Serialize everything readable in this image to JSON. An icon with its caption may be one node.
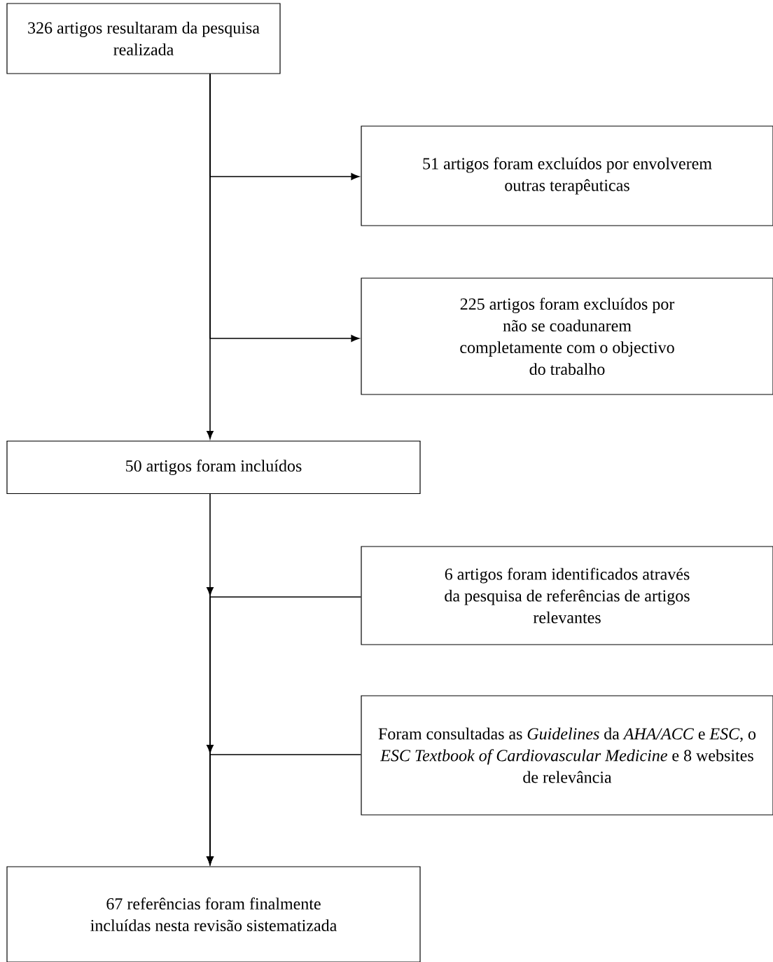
{
  "diagram": {
    "nodes": [
      {
        "text": [
          "326 artigos resultaram da pesquisa realizada"
        ]
      },
      {
        "text": [
          "51 artigos foram excluídos por envolverem outras terapêuticas"
        ]
      },
      {
        "text": [
          "225 artigos foram excluídos por não se coadunarem completamente com o objectivo do trabalho"
        ]
      },
      {
        "text": [
          "50 artigos foram incluídos"
        ]
      },
      {
        "text": [
          "6 artigos foram identificados através da pesquisa de referências de artigos relevantes"
        ]
      },
      {
        "text": [
          "Foram consultadas as *Guidelines* da *AHA/ACC* e *ESC*, o *ESC Textbook of Cardiovascular Medicine* e 8 websites de relevância"
        ]
      },
      {
        "text": [
          "67 referências foram finalmente incluídas nesta revisão sistematizada"
        ]
      }
    ],
    "edges": [
      {
        "from": 0,
        "to": 3,
        "arrow": "to"
      },
      {
        "from": 0,
        "to": 1,
        "arrow": "to"
      },
      {
        "from": 0,
        "to": 2,
        "arrow": "to"
      },
      {
        "from": 3,
        "to": 6,
        "arrow": "to"
      },
      {
        "from": 4,
        "to": 6,
        "arrow": "to"
      },
      {
        "from": 5,
        "to": 6,
        "arrow": "to"
      }
    ]
  }
}
